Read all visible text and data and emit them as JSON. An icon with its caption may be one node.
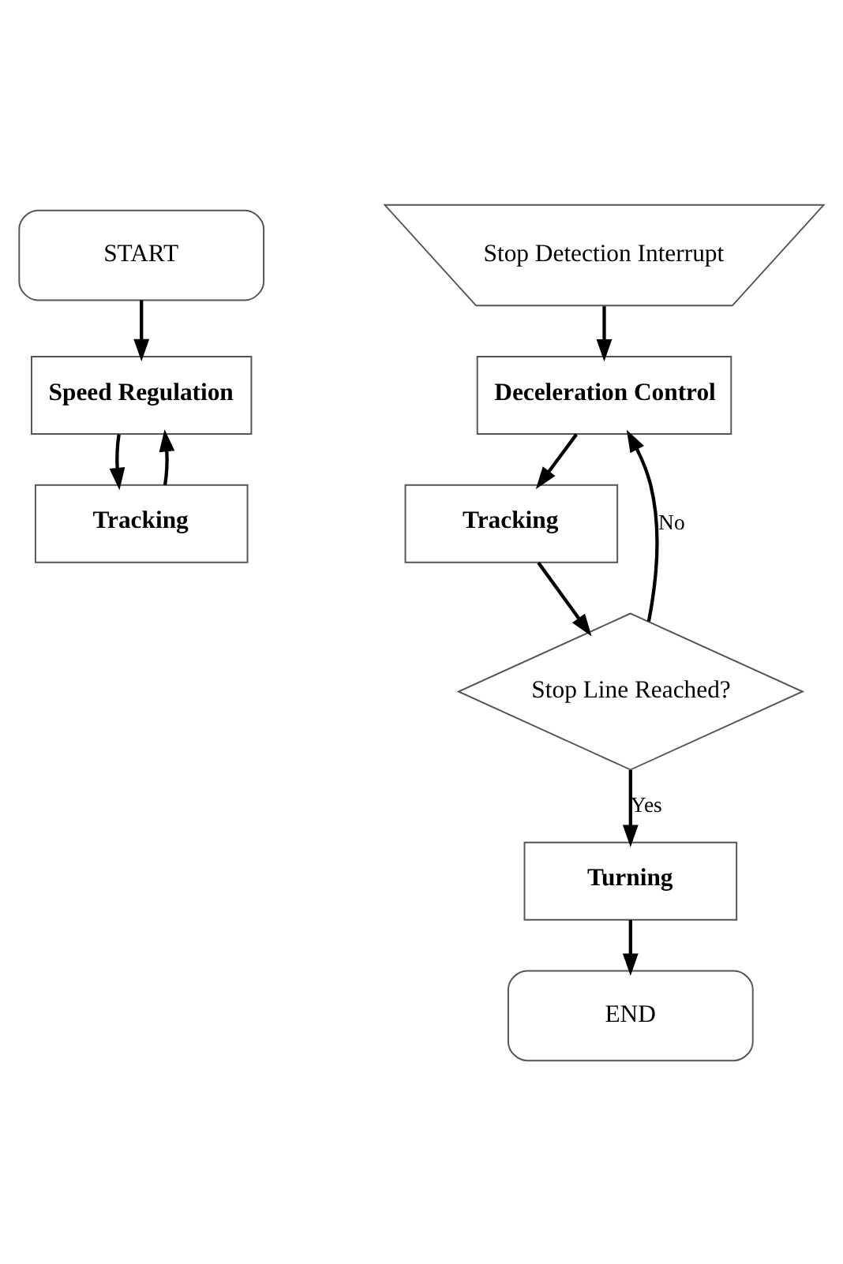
{
  "diagram": {
    "nodes": [
      {
        "text": [
          "START"
        ]
      },
      {
        "text": [
          "Speed Regulation"
        ]
      },
      {
        "text": [
          "Tracking"
        ]
      },
      {
        "text": [
          "Stop Detection Interrupt"
        ]
      },
      {
        "text": [
          "Deceleration Control"
        ]
      },
      {
        "text": [
          "Tracking"
        ]
      },
      {
        "text": [
          "Stop Line Reached?"
        ]
      },
      {
        "text": [
          "Turning"
        ]
      },
      {
        "text": [
          "END"
        ]
      }
    ],
    "edges": [
      {
        "from": 0,
        "to": 1,
        "arrow": "to"
      },
      {
        "from": 1,
        "to": 2,
        "arrow": "to"
      },
      {
        "from": 2,
        "to": 1,
        "arrow": "to"
      },
      {
        "from": 3,
        "to": 4,
        "arrow": "to"
      },
      {
        "from": 4,
        "to": 5,
        "arrow": "to"
      },
      {
        "from": 5,
        "to": 6,
        "arrow": "to"
      },
      {
        "from": 6,
        "to": 4,
        "arrow": "to",
        "label": "No"
      },
      {
        "from": 6,
        "to": 7,
        "arrow": "to",
        "label": "Yes"
      },
      {
        "from": 7,
        "to": 8,
        "arrow": "to"
      }
    ]
  }
}
